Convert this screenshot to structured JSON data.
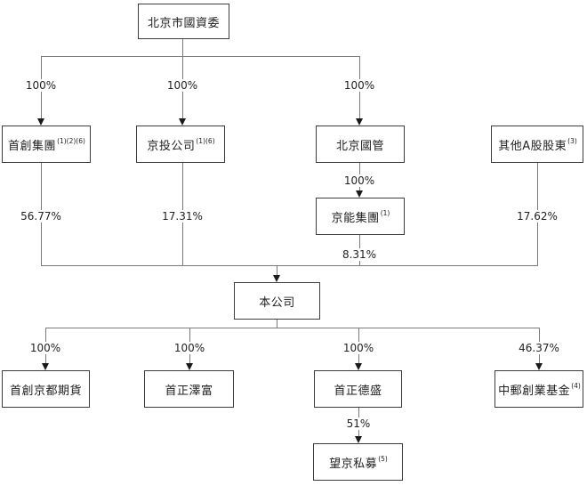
{
  "diagram": {
    "type": "ownership-structure-flowchart",
    "nodes": {
      "sasac": {
        "label": "北京市國資委"
      },
      "shouchuang_group": {
        "label": "首創集團",
        "sup": "(1)(2)(6)"
      },
      "jingtou_company": {
        "label": "京投公司",
        "sup": "(1)(6)"
      },
      "beijing_guoguan": {
        "label": "北京國管"
      },
      "other_a_shareholders": {
        "label": "其他A股股東",
        "sup": "(3)"
      },
      "jingneng_group": {
        "label": "京能集團",
        "sup": "(1)"
      },
      "the_company": {
        "label": "本公司"
      },
      "shouchuang_jingdu_futures": {
        "label": "首創京都期貨"
      },
      "shouzheng_zefu": {
        "label": "首正澤富"
      },
      "shouzheng_desheng": {
        "label": "首正德盛"
      },
      "china_post_venture_fund": {
        "label": "中郵創業基金",
        "sup": "(4)"
      },
      "wangjing_private_fund": {
        "label": "望京私募",
        "sup": "(5)"
      }
    },
    "ownership_labels": {
      "sasac_to_shouchuang": "100%",
      "sasac_to_jingtou": "100%",
      "sasac_to_guoguan": "100%",
      "shouchuang_to_company": "56.77%",
      "jingtou_to_company": "17.31%",
      "guoguan_to_jingneng": "100%",
      "jingneng_to_company": "8.31%",
      "other_a_to_company": "17.62%",
      "company_to_futures": "100%",
      "company_to_zefu": "100%",
      "company_to_desheng": "100%",
      "company_to_china_post": "46.37%",
      "desheng_to_wangjing": "51%"
    },
    "colors": {
      "line": "#7a7a7a",
      "border": "#3c3c3c",
      "text": "#222222",
      "background": "#ffffff"
    }
  }
}
